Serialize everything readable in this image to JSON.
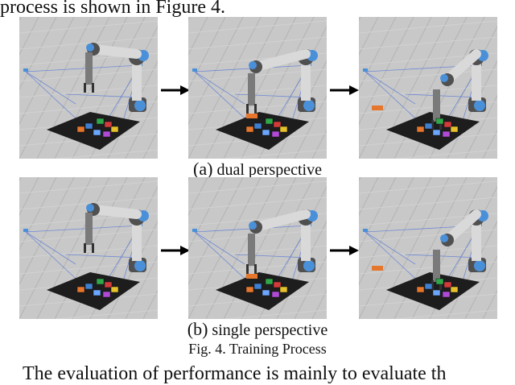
{
  "text": {
    "top_line": "process is shown in Figure 4.",
    "caption_a_label": "(a)",
    "caption_a_text": " dual perspective",
    "caption_b_label": "(b)",
    "caption_b_text": " single perspective",
    "figure_caption": "Fig. 4. Training Process",
    "bottom_line": "The evaluation of performance is mainly to evaluate th"
  },
  "figure": {
    "rows": [
      {
        "id": "dual",
        "panels": [
          "start",
          "grasping",
          "placed"
        ]
      },
      {
        "id": "single",
        "panels": [
          "start",
          "grasping",
          "placed"
        ]
      }
    ],
    "arrow_glyph": "right-arrow",
    "colors": {
      "background": "#c8c8c8",
      "floor_light": "#b9b9b9",
      "robot_link": "#d9d9d9",
      "robot_joint": "#4a90d9",
      "robot_dark": "#505050",
      "mat": "#1d1d1d",
      "camera_lines": "#5a7bd6"
    }
  }
}
